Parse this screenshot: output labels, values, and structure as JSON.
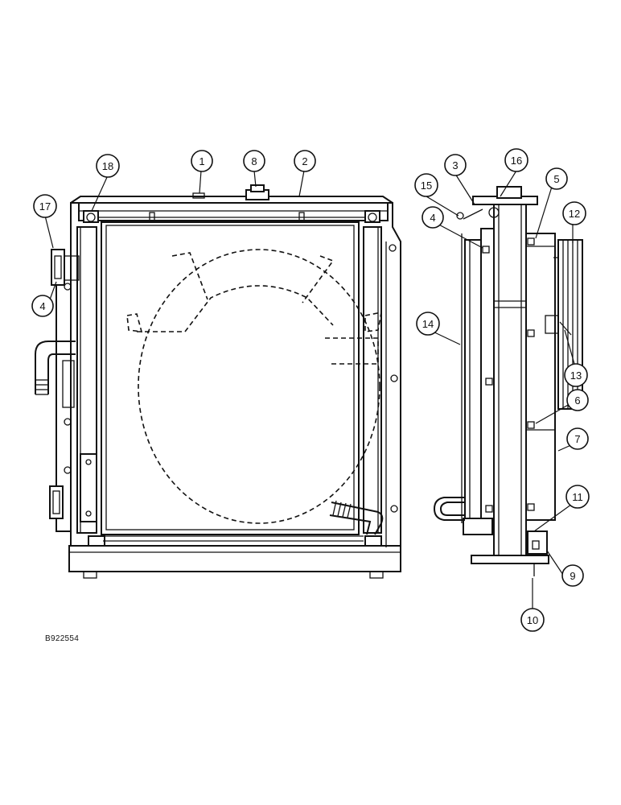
{
  "figure": {
    "reference_code": "B922554",
    "callouts": [
      "1",
      "2",
      "3",
      "4",
      "4",
      "5",
      "6",
      "7",
      "8",
      "9",
      "10",
      "11",
      "12",
      "13",
      "14",
      "15",
      "16",
      "17",
      "18"
    ]
  }
}
